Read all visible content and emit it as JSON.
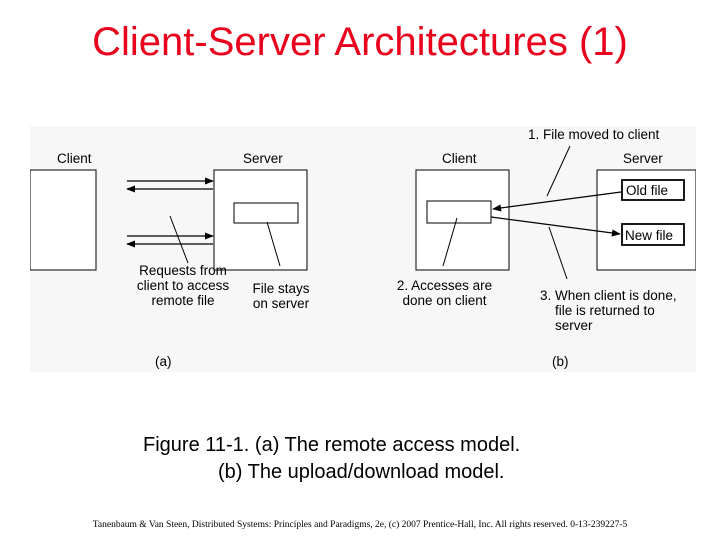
{
  "slide": {
    "title": "Client-Server Architectures (1)",
    "caption_line1": "Figure 11-1. (a) The remote access model.",
    "caption_line2": "(b) The upload/download model.",
    "footer": "Tanenbaum & Van Steen, Distributed Systems: Principles and Paradigms, 2e, (c) 2007 Prentice-Hall, Inc. All rights reserved. 0-13-239227-5"
  },
  "diagram_a": {
    "client_label": "Client",
    "server_label": "Server",
    "requests_note": [
      "Requests from",
      "client to access",
      "remote file"
    ],
    "stays_note": [
      "File stays",
      "on server"
    ],
    "sublabel": "(a)"
  },
  "diagram_b": {
    "client_label": "Client",
    "server_label": "Server",
    "old_file": "Old file",
    "new_file": "New file",
    "step1": "1. File moved to client",
    "step2": [
      "2. Accesses are",
      "done on client"
    ],
    "step3": [
      "3. When client is done,",
      "file is returned to",
      "server"
    ],
    "sublabel": "(b)"
  }
}
